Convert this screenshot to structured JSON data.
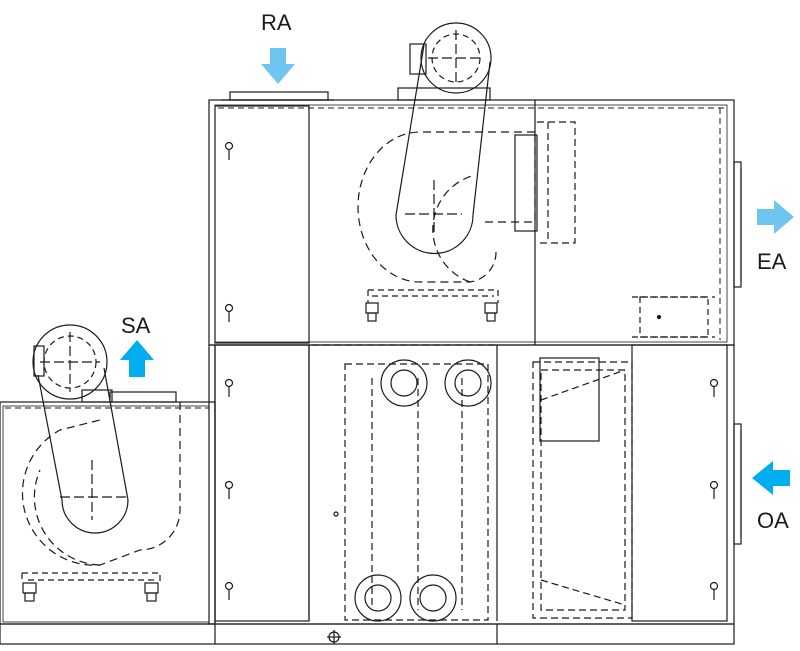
{
  "labels": {
    "return_air": "RA",
    "exhaust_air": "EA",
    "supply_air": "SA",
    "outside_air": "OA"
  },
  "colors": {
    "line": "#1a1a1a",
    "arrow_light": "#6ec6f0",
    "arrow_bright": "#00aeef",
    "background": "#ffffff"
  },
  "icons": [
    "arrow-down-icon",
    "arrow-right-icon",
    "arrow-up-icon",
    "arrow-left-icon",
    "door-handle-icon"
  ]
}
